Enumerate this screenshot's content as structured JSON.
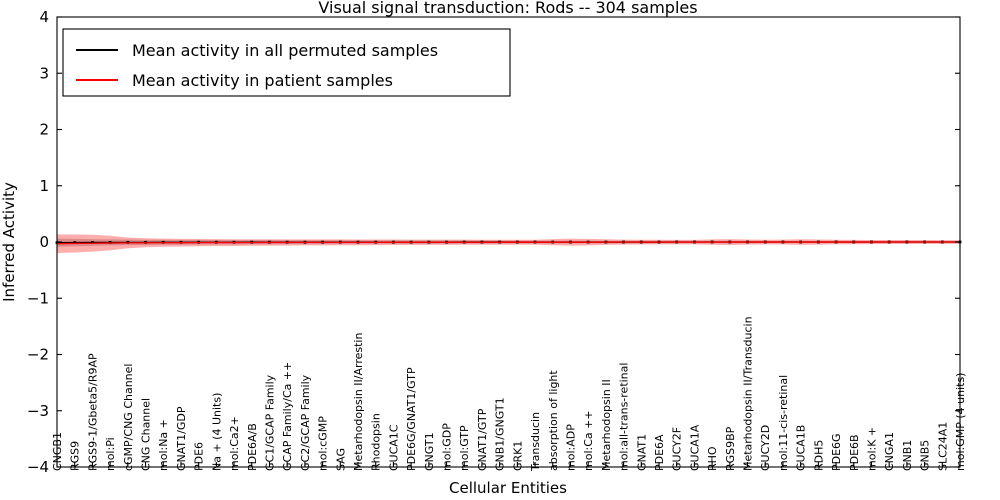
{
  "chart_data": {
    "type": "line",
    "title": "Visual signal transduction: Rods -- 304 samples",
    "xlabel": "Cellular Entities",
    "ylabel": "Inferred Activity",
    "ylim": [
      -4,
      4
    ],
    "yticks": [
      -4,
      -3,
      -2,
      -1,
      0,
      1,
      2,
      3,
      4
    ],
    "ytick_labels": [
      "−4",
      "−3",
      "−2",
      "−1",
      "0",
      "1",
      "2",
      "3",
      "4"
    ],
    "grid": false,
    "legend_position": "upper left",
    "legend": [
      {
        "label": "Mean activity in all permuted samples",
        "color": "#000000"
      },
      {
        "label": "Mean activity in patient samples",
        "color": "#ff0000"
      }
    ],
    "categories": [
      "CNGB1",
      "RGS9",
      "RGS9-1/Gbeta5/R9AP",
      "mol:Pi",
      "cGMP/CNG Channel",
      "CNG Channel",
      "mol:Na +",
      "GNAT1/GDP",
      "PDE6",
      "Na + (4 Units)",
      "mol:Ca2+",
      "PDE6A/B",
      "GC1/GCAP Family",
      "GCAP Family/Ca ++",
      "GC2/GCAP Family",
      "mol:cGMP",
      "SAG",
      "Metarhodopsin II/Arrestin",
      "Rhodopsin",
      "GUCA1C",
      "PDE6G/GNAT1/GTP",
      "GNGT1",
      "mol:GDP",
      "mol:GTP",
      "GNAT1/GTP",
      "GNB1/GNGT1",
      "GRK1",
      "Transducin",
      "absorption of light",
      "mol:ADP",
      "mol:Ca ++",
      "Metarhodopsin II",
      "mol:all-trans-retinal",
      "GNAT1",
      "PDE6A",
      "GUCY2F",
      "GUCA1A",
      "RHO",
      "RGS9BP",
      "Metarhodopsin II/Transducin",
      "GUCY2D",
      "mol:11-cis-retinal",
      "GUCA1B",
      "RDH5",
      "PDE6G",
      "PDE6B",
      "mol:K +",
      "CNGA1",
      "GNB1",
      "GNB5",
      "SLC24A1",
      "mol:GMP (4 units)"
    ],
    "series": [
      {
        "name": "Mean activity in all permuted samples",
        "color": "#000000",
        "values": [
          -0.012,
          -0.01,
          -0.008,
          -0.007,
          -0.006,
          -0.006,
          -0.005,
          -0.005,
          -0.004,
          -0.004,
          -0.004,
          -0.003,
          -0.003,
          -0.003,
          -0.003,
          -0.002,
          -0.002,
          -0.002,
          -0.002,
          -0.002,
          -0.002,
          -0.002,
          -0.002,
          -0.001,
          -0.001,
          -0.001,
          -0.001,
          -0.001,
          -0.001,
          -0.001,
          -0.001,
          -0.001,
          -0.001,
          -0.001,
          -0.001,
          0.0,
          0.0,
          0.0,
          0.0,
          0.0,
          0.0,
          0.0,
          0.0,
          0.0,
          0.0,
          0.0,
          0.0,
          0.0,
          0.0,
          0.0,
          0.0,
          0.0
        ],
        "band_lower": [
          -0.075,
          -0.068,
          -0.06,
          -0.054,
          -0.05,
          -0.047,
          -0.045,
          -0.043,
          -0.041,
          -0.04,
          -0.038,
          -0.037,
          -0.036,
          -0.035,
          -0.034,
          -0.033,
          -0.032,
          -0.031,
          -0.03,
          -0.03,
          -0.029,
          -0.028,
          -0.028,
          -0.027,
          -0.027,
          -0.026,
          -0.026,
          -0.025,
          -0.025,
          -0.025,
          -0.024,
          -0.024,
          -0.024,
          -0.023,
          -0.023,
          -0.023,
          -0.022,
          -0.022,
          -0.022,
          -0.022,
          -0.021,
          -0.021,
          -0.021,
          -0.021,
          -0.02,
          -0.02,
          -0.02,
          -0.02,
          -0.02,
          -0.019,
          -0.019,
          -0.019
        ],
        "band_upper": [
          0.075,
          0.068,
          0.06,
          0.054,
          0.05,
          0.047,
          0.045,
          0.043,
          0.041,
          0.04,
          0.038,
          0.037,
          0.036,
          0.035,
          0.034,
          0.033,
          0.032,
          0.031,
          0.03,
          0.03,
          0.029,
          0.028,
          0.028,
          0.027,
          0.027,
          0.026,
          0.026,
          0.025,
          0.025,
          0.025,
          0.024,
          0.024,
          0.024,
          0.023,
          0.023,
          0.023,
          0.022,
          0.022,
          0.022,
          0.022,
          0.021,
          0.021,
          0.021,
          0.021,
          0.02,
          0.02,
          0.02,
          0.02,
          0.02,
          0.019,
          0.019,
          0.019
        ]
      },
      {
        "name": "Mean activity in patient samples",
        "color": "#ff0000",
        "values": [
          -0.03,
          -0.026,
          -0.022,
          -0.019,
          -0.016,
          -0.014,
          -0.013,
          -0.012,
          -0.011,
          -0.01,
          -0.01,
          -0.009,
          -0.008,
          -0.008,
          -0.007,
          -0.007,
          -0.006,
          -0.006,
          -0.006,
          -0.005,
          -0.005,
          -0.005,
          -0.004,
          -0.004,
          -0.004,
          -0.004,
          -0.003,
          -0.003,
          -0.003,
          -0.003,
          -0.003,
          -0.002,
          -0.002,
          -0.002,
          -0.002,
          -0.002,
          -0.002,
          -0.002,
          -0.001,
          -0.001,
          -0.001,
          -0.001,
          -0.001,
          -0.001,
          -0.001,
          -0.001,
          -0.001,
          0.0,
          0.0,
          0.0,
          0.0,
          0.0
        ],
        "band_lower": [
          -0.165,
          -0.16,
          -0.15,
          -0.13,
          -0.095,
          -0.08,
          -0.072,
          -0.068,
          -0.064,
          -0.062,
          -0.06,
          -0.058,
          -0.056,
          -0.055,
          -0.054,
          -0.053,
          -0.052,
          -0.051,
          -0.05,
          -0.049,
          -0.048,
          -0.047,
          -0.047,
          -0.046,
          -0.045,
          -0.045,
          -0.044,
          -0.044,
          -0.055,
          -0.062,
          -0.058,
          -0.05,
          -0.045,
          -0.042,
          -0.041,
          -0.04,
          -0.04,
          -0.048,
          -0.052,
          -0.045,
          -0.04,
          -0.043,
          -0.05,
          -0.045,
          -0.04,
          -0.038,
          -0.037,
          -0.036,
          -0.035,
          -0.034,
          -0.033,
          -0.032
        ],
        "band_upper": [
          0.165,
          0.16,
          0.15,
          0.13,
          0.095,
          0.08,
          0.072,
          0.068,
          0.064,
          0.062,
          0.06,
          0.058,
          0.056,
          0.055,
          0.054,
          0.053,
          0.052,
          0.051,
          0.05,
          0.049,
          0.048,
          0.047,
          0.047,
          0.046,
          0.045,
          0.045,
          0.044,
          0.044,
          0.055,
          0.062,
          0.058,
          0.05,
          0.045,
          0.042,
          0.041,
          0.04,
          0.04,
          0.048,
          0.052,
          0.045,
          0.04,
          0.043,
          0.05,
          0.045,
          0.04,
          0.038,
          0.037,
          0.036,
          0.035,
          0.034,
          0.033,
          0.032
        ]
      }
    ]
  }
}
